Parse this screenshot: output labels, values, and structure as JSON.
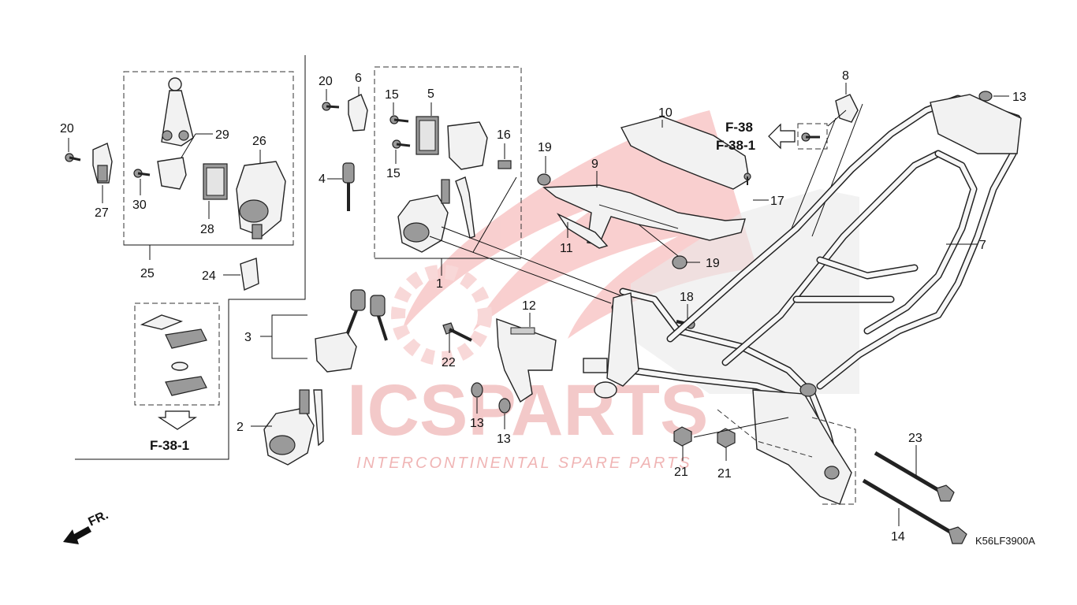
{
  "labels": {
    "l1": "1",
    "l2": "2",
    "l3": "3",
    "l4": "4",
    "l5": "5",
    "l6": "6",
    "l7": "7",
    "l8": "8",
    "l9": "9",
    "l10": "10",
    "l11": "11",
    "l12": "12",
    "l13a": "13",
    "l13b": "13",
    "l13c": "13",
    "l14": "14",
    "l15a": "15",
    "l15b": "15",
    "l16": "16",
    "l17": "17",
    "l18": "18",
    "l19a": "19",
    "l19b": "19",
    "l20a": "20",
    "l20b": "20",
    "l21a": "21",
    "l21b": "21",
    "l22": "22",
    "l23": "23",
    "l24": "24",
    "l25": "25",
    "l26": "26",
    "l27": "27",
    "l28": "28",
    "l29": "29",
    "l30": "30"
  },
  "refs": {
    "top_ref_1": "F-38",
    "top_ref_2": "F-38-1",
    "left_ref": "F-38-1"
  },
  "direction": "FR.",
  "diagram_code": "K56LF3900A",
  "watermark": {
    "brand": "ICSPARTS",
    "tagline": "INTERCONTINENTAL SPARE PARTS"
  }
}
